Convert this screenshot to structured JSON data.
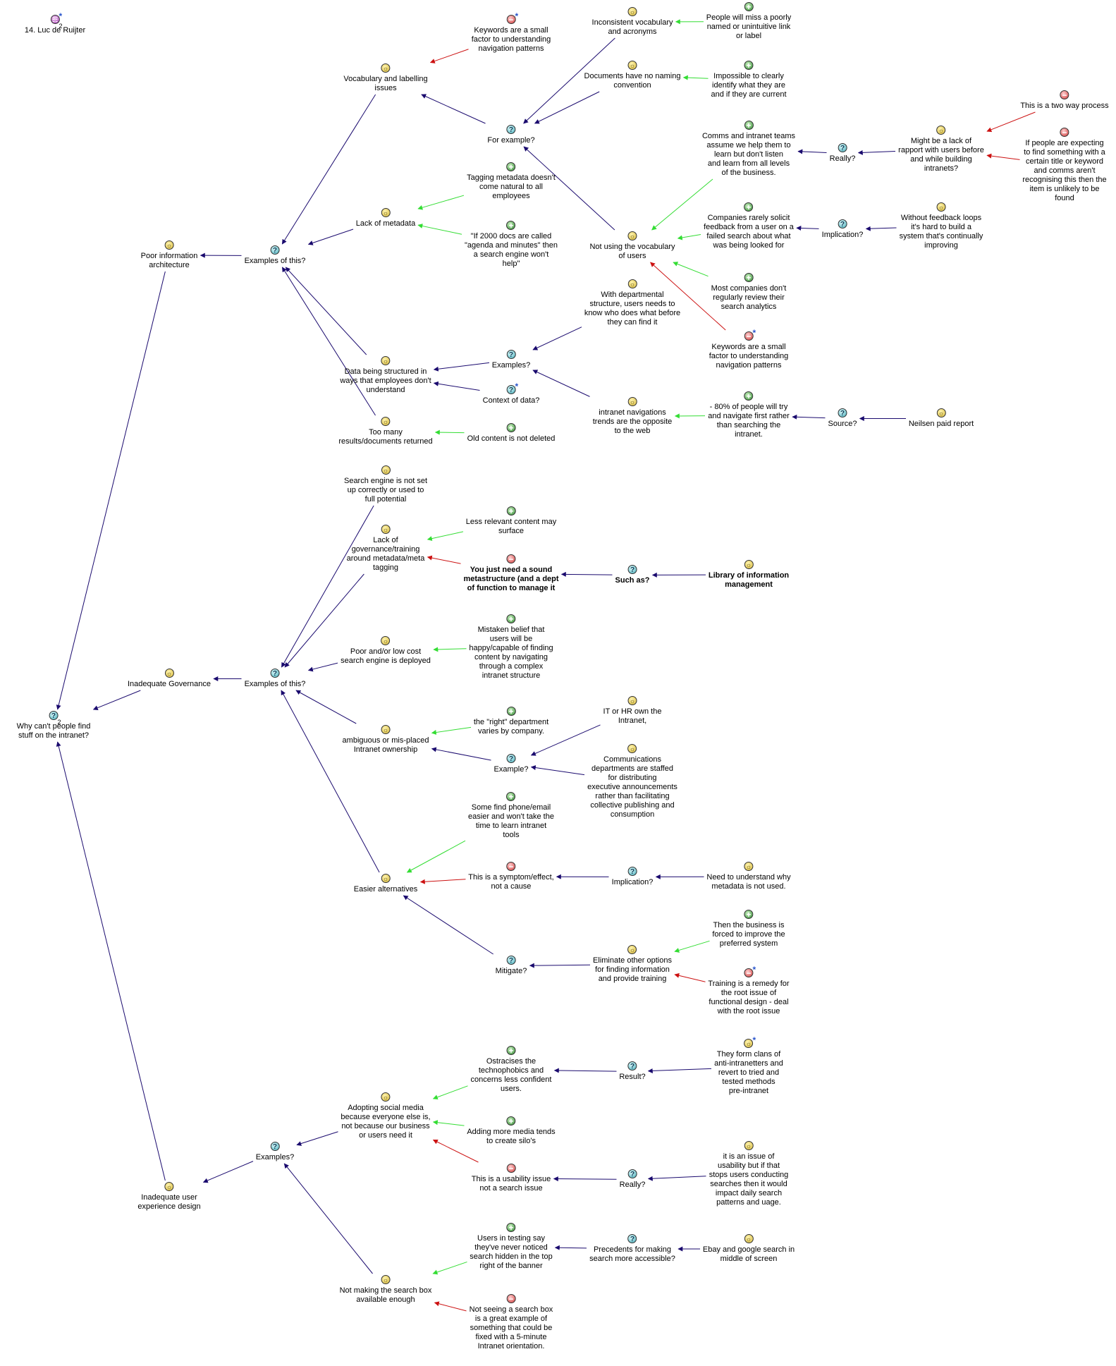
{
  "colors": {
    "supports": "#33dd33",
    "refutes": "#cc1111",
    "responds": "#1a0a6e"
  },
  "nodes": {
    "map": {
      "icon": "map",
      "star": true,
      "count": "2",
      "label": "14. Luc de Ruijter"
    },
    "root": {
      "icon": "question",
      "count": "2",
      "label": "Why can't people find\nstuff on the intranet?"
    },
    "poor_ia": {
      "icon": "idea",
      "label": "Poor information\narchitecture"
    },
    "inadequate_gov": {
      "icon": "idea",
      "label": "Inadequate Governance"
    },
    "inadequate_ux": {
      "icon": "idea",
      "label": "Inadequate user\nexperience design"
    },
    "examples_ia": {
      "icon": "question",
      "label": "Examples of this?"
    },
    "vocab_issues": {
      "icon": "idea",
      "label": "Vocabulary and labelling\nissues"
    },
    "keywords_small_1": {
      "icon": "con",
      "star": true,
      "label": "Keywords are a small\nfactor to understanding\nnavigation patterns"
    },
    "for_example": {
      "icon": "question",
      "label": "For example?"
    },
    "inconsistent_vocab": {
      "icon": "idea",
      "label": "Inconsistent vocabulary\nand acronyms"
    },
    "people_miss_link": {
      "icon": "pro",
      "label": "People will miss a poorly\nnamed or unintuitive link\nor label"
    },
    "docs_no_naming": {
      "icon": "idea",
      "label": "Documents have no naming\nconvention"
    },
    "impossible_identify": {
      "icon": "pro",
      "label": "Impossible to clearly\nidentify what they are\nand if they are current"
    },
    "not_using_vocab": {
      "icon": "idea",
      "label": "Not using the vocabulary\nof users"
    },
    "comms_teams": {
      "icon": "pro",
      "label": "Comms and intranet teams\nassume we help them to\nlearn but don't listen\nand learn from all levels\nof the business."
    },
    "really_1": {
      "icon": "question",
      "label": "Really?"
    },
    "lack_rapport": {
      "icon": "idea",
      "label": "Might be a lack of\nrapport with users before\nand while building\nintranets?"
    },
    "two_way": {
      "icon": "con",
      "label": "This is a two way process"
    },
    "people_expecting": {
      "icon": "con",
      "label": "If people are expecting\nto find something with a\ncertain title or keyword\nand comms aren't\nrecognising this then the\nitem is unlikely to be\nfound"
    },
    "companies_rarely": {
      "icon": "pro",
      "label": "Companies rarely solicit\nfeedback from a user on a\nfailed search about what\nwas being looked for"
    },
    "implication_1": {
      "icon": "question",
      "label": "Implication?"
    },
    "without_feedback": {
      "icon": "idea",
      "label": "Without feedback loops\nit's hard to build a\nsystem that's continually\nimproving"
    },
    "most_companies": {
      "icon": "pro",
      "label": "Most companies don't\nregularly review their\nsearch analytics"
    },
    "keywords_small_2": {
      "icon": "con",
      "star": true,
      "label": "Keywords are a small\nfactor to understanding\nnavigation patterns"
    },
    "lack_metadata": {
      "icon": "idea",
      "label": "Lack of metadata"
    },
    "tagging_metadata": {
      "icon": "pro",
      "label": "Tagging metadata doesn't\ncome natural to all\nemployees"
    },
    "agenda_minutes": {
      "icon": "pro",
      "label": "\"If 2000 docs are called\n\"agenda and minutes\" then\na search engine won't\nhelp\""
    },
    "departmental": {
      "icon": "idea",
      "label": "With departmental\nstructure, users needs to\nknow who does what before\nthey can find it"
    },
    "examples_q": {
      "icon": "question",
      "label": "Examples?"
    },
    "data_structured": {
      "icon": "idea",
      "label": "Data being structured in\nways that employees don't\nunderstand"
    },
    "context_data": {
      "icon": "question",
      "star": true,
      "label": "Context of data?"
    },
    "intranet_nav": {
      "icon": "idea",
      "label": "intranet navigations\ntrends are the opposite\nto the web"
    },
    "eighty_percent": {
      "icon": "pro",
      "label": "- 80% of people will try\nand navigate first rather\nthan searching the\nintranet."
    },
    "source": {
      "icon": "question",
      "label": "Source?"
    },
    "neilsen": {
      "icon": "idea",
      "label": "Neilsen paid report"
    },
    "too_many": {
      "icon": "idea",
      "label": "Too many\nresults/documents returned"
    },
    "old_content": {
      "icon": "pro",
      "label": "Old content is not deleted"
    },
    "examples_gov": {
      "icon": "question",
      "label": "Examples of this?"
    },
    "search_not_setup": {
      "icon": "idea",
      "label": "Search engine is not set\nup correctly or used to\nfull potential"
    },
    "lack_governance": {
      "icon": "idea",
      "label": "Lack of\ngovernance/training\naround metadata/meta\ntagging"
    },
    "less_relevant": {
      "icon": "pro",
      "label": "Less relevant content may\nsurface"
    },
    "sound_metastructure": {
      "icon": "con",
      "bold": true,
      "label": "You just need a sound\nmetastructure (and a dept\nof function to manage it"
    },
    "such_as": {
      "icon": "question",
      "bold": true,
      "label": "Such as?"
    },
    "library_info": {
      "icon": "idea",
      "bold": true,
      "label": "Library of information\nmanagement"
    },
    "poor_low_cost": {
      "icon": "idea",
      "label": "Poor and/or low cost\nsearch engine is deployed"
    },
    "mistaken_belief": {
      "icon": "pro",
      "label": "Mistaken belief that\nusers will be\nhappy/capable of finding\ncontent by navigating\nthrough a complex\nintranet structure"
    },
    "ambiguous_ownership": {
      "icon": "idea",
      "label": "ambiguous or mis-placed\nIntranet ownership"
    },
    "right_department": {
      "icon": "pro",
      "label": "the \"right\" department\nvaries by company."
    },
    "it_hr_own": {
      "icon": "idea",
      "label": "IT or HR own the\nIntranet,"
    },
    "example_q": {
      "icon": "question",
      "label": "Example?"
    },
    "comms_depts": {
      "icon": "idea",
      "label": "Communications\ndepartments are staffed\nfor distributing\nexecutive announcements\nrather than facilitating\ncollective publishing and\nconsumption"
    },
    "some_find_phone": {
      "icon": "pro",
      "label": "Some find phone/email\neasier and won't take the\ntime to learn intranet\ntools"
    },
    "easier_alternatives": {
      "icon": "idea",
      "label": "Easier alternatives"
    },
    "symptom_effect": {
      "icon": "con",
      "label": "This is a symptom/effect,\nnot a cause"
    },
    "implication_2": {
      "icon": "question",
      "label": "Implication?"
    },
    "need_understand": {
      "icon": "idea",
      "label": "Need to understand why\nmetadata is not used."
    },
    "then_business": {
      "icon": "pro",
      "label": "Then the business is\nforced to improve the\npreferred system"
    },
    "eliminate_options": {
      "icon": "idea",
      "label": "Eliminate other options\nfor finding information\nand provide training"
    },
    "mitigate": {
      "icon": "question",
      "label": "Mitigate?"
    },
    "training_remedy": {
      "icon": "con",
      "star": true,
      "label": "Training is a remedy for\nthe root issue of\nfunctional design - deal\nwith the root issue"
    },
    "ostracises": {
      "icon": "pro",
      "label": "Ostracises the\ntechnophobics and\nconcerns less confident\nusers."
    },
    "result_q": {
      "icon": "question",
      "label": "Result?"
    },
    "form_clans": {
      "icon": "idea",
      "star": true,
      "label": "They form clans of\nanti-intranetters and\nrevert to tried and\ntested methods\npre-intranet"
    },
    "adopting_social": {
      "icon": "idea",
      "label": "Adopting social media\nbecause everyone else is,\nnot because our business\nor users need it"
    },
    "adding_media": {
      "icon": "pro",
      "label": "Adding more media tends\nto create silo's"
    },
    "examples_ux": {
      "icon": "question",
      "label": "Examples?"
    },
    "usability_issue": {
      "icon": "con",
      "label": "This is a usability issue\nnot a search issue"
    },
    "really_2": {
      "icon": "question",
      "label": "Really?"
    },
    "issue_usability": {
      "icon": "idea",
      "label": "it is an issue of\nusability but if that\nstops users conducting\nsearches then it would\nimpact daily search\npatterns and uage."
    },
    "users_testing": {
      "icon": "pro",
      "label": "Users in testing say\nthey've never noticed\nsearch hidden in the top\nright of the banner"
    },
    "precedents": {
      "icon": "question",
      "label": "Precedents for making\nsearch more accessible?"
    },
    "ebay_google": {
      "icon": "idea",
      "label": "Ebay and google search in\nmiddle of screen"
    },
    "not_making_search": {
      "icon": "idea",
      "label": "Not making the search box\navailable enough"
    },
    "not_seeing_search": {
      "icon": "con",
      "label": "Not seeing a search box\nis a great example of\nsomething that could be\nfixed with a 5-minute\nIntranet orientation."
    }
  },
  "links": [
    {
      "from": "poor_ia",
      "to": "root",
      "type": "responds"
    },
    {
      "from": "inadequate_gov",
      "to": "root",
      "type": "responds"
    },
    {
      "from": "inadequate_ux",
      "to": "root",
      "type": "responds"
    },
    {
      "from": "examples_ia",
      "to": "poor_ia",
      "type": "responds"
    },
    {
      "from": "vocab_issues",
      "to": "examples_ia",
      "type": "responds"
    },
    {
      "from": "lack_metadata",
      "to": "examples_ia",
      "type": "responds"
    },
    {
      "from": "data_structured",
      "to": "examples_ia",
      "type": "responds"
    },
    {
      "from": "too_many",
      "to": "examples_ia",
      "type": "responds"
    },
    {
      "from": "keywords_small_1",
      "to": "vocab_issues",
      "type": "refutes"
    },
    {
      "from": "for_example",
      "to": "vocab_issues",
      "type": "responds"
    },
    {
      "from": "inconsistent_vocab",
      "to": "for_example",
      "type": "responds"
    },
    {
      "from": "docs_no_naming",
      "to": "for_example",
      "type": "responds"
    },
    {
      "from": "not_using_vocab",
      "to": "for_example",
      "type": "responds"
    },
    {
      "from": "people_miss_link",
      "to": "inconsistent_vocab",
      "type": "supports"
    },
    {
      "from": "impossible_identify",
      "to": "docs_no_naming",
      "type": "supports"
    },
    {
      "from": "comms_teams",
      "to": "not_using_vocab",
      "type": "supports"
    },
    {
      "from": "companies_rarely",
      "to": "not_using_vocab",
      "type": "supports"
    },
    {
      "from": "most_companies",
      "to": "not_using_vocab",
      "type": "supports"
    },
    {
      "from": "keywords_small_2",
      "to": "not_using_vocab",
      "type": "refutes"
    },
    {
      "from": "really_1",
      "to": "comms_teams",
      "type": "responds"
    },
    {
      "from": "lack_rapport",
      "to": "really_1",
      "type": "responds"
    },
    {
      "from": "two_way",
      "to": "lack_rapport",
      "type": "refutes"
    },
    {
      "from": "people_expecting",
      "to": "lack_rapport",
      "type": "refutes"
    },
    {
      "from": "implication_1",
      "to": "companies_rarely",
      "type": "responds"
    },
    {
      "from": "without_feedback",
      "to": "implication_1",
      "type": "responds"
    },
    {
      "from": "tagging_metadata",
      "to": "lack_metadata",
      "type": "supports"
    },
    {
      "from": "agenda_minutes",
      "to": "lack_metadata",
      "type": "supports"
    },
    {
      "from": "examples_q",
      "to": "data_structured",
      "type": "responds"
    },
    {
      "from": "context_data",
      "to": "data_structured",
      "type": "responds"
    },
    {
      "from": "departmental",
      "to": "examples_q",
      "type": "responds"
    },
    {
      "from": "intranet_nav",
      "to": "examples_q",
      "type": "responds"
    },
    {
      "from": "eighty_percent",
      "to": "intranet_nav",
      "type": "supports"
    },
    {
      "from": "source",
      "to": "eighty_percent",
      "type": "responds"
    },
    {
      "from": "neilsen",
      "to": "source",
      "type": "responds"
    },
    {
      "from": "old_content",
      "to": "too_many",
      "type": "supports"
    },
    {
      "from": "examples_gov",
      "to": "inadequate_gov",
      "type": "responds"
    },
    {
      "from": "search_not_setup",
      "to": "examples_gov",
      "type": "responds"
    },
    {
      "from": "lack_governance",
      "to": "examples_gov",
      "type": "responds"
    },
    {
      "from": "poor_low_cost",
      "to": "examples_gov",
      "type": "responds"
    },
    {
      "from": "ambiguous_ownership",
      "to": "examples_gov",
      "type": "responds"
    },
    {
      "from": "easier_alternatives",
      "to": "examples_gov",
      "type": "responds"
    },
    {
      "from": "less_relevant",
      "to": "lack_governance",
      "type": "supports"
    },
    {
      "from": "sound_metastructure",
      "to": "lack_governance",
      "type": "refutes"
    },
    {
      "from": "such_as",
      "to": "sound_metastructure",
      "type": "responds"
    },
    {
      "from": "library_info",
      "to": "such_as",
      "type": "responds"
    },
    {
      "from": "mistaken_belief",
      "to": "poor_low_cost",
      "type": "supports"
    },
    {
      "from": "right_department",
      "to": "ambiguous_ownership",
      "type": "supports"
    },
    {
      "from": "example_q",
      "to": "ambiguous_ownership",
      "type": "responds"
    },
    {
      "from": "it_hr_own",
      "to": "example_q",
      "type": "responds"
    },
    {
      "from": "comms_depts",
      "to": "example_q",
      "type": "responds"
    },
    {
      "from": "some_find_phone",
      "to": "easier_alternatives",
      "type": "supports"
    },
    {
      "from": "symptom_effect",
      "to": "easier_alternatives",
      "type": "refutes"
    },
    {
      "from": "mitigate",
      "to": "easier_alternatives",
      "type": "responds"
    },
    {
      "from": "implication_2",
      "to": "symptom_effect",
      "type": "responds"
    },
    {
      "from": "need_understand",
      "to": "implication_2",
      "type": "responds"
    },
    {
      "from": "eliminate_options",
      "to": "mitigate",
      "type": "responds"
    },
    {
      "from": "then_business",
      "to": "eliminate_options",
      "type": "supports"
    },
    {
      "from": "training_remedy",
      "to": "eliminate_options",
      "type": "refutes"
    },
    {
      "from": "examples_ux",
      "to": "inadequate_ux",
      "type": "responds"
    },
    {
      "from": "adopting_social",
      "to": "examples_ux",
      "type": "responds"
    },
    {
      "from": "not_making_search",
      "to": "examples_ux",
      "type": "responds"
    },
    {
      "from": "ostracises",
      "to": "adopting_social",
      "type": "supports"
    },
    {
      "from": "adding_media",
      "to": "adopting_social",
      "type": "supports"
    },
    {
      "from": "usability_issue",
      "to": "adopting_social",
      "type": "refutes"
    },
    {
      "from": "result_q",
      "to": "ostracises",
      "type": "responds"
    },
    {
      "from": "form_clans",
      "to": "result_q",
      "type": "responds"
    },
    {
      "from": "really_2",
      "to": "usability_issue",
      "type": "responds"
    },
    {
      "from": "issue_usability",
      "to": "really_2",
      "type": "responds"
    },
    {
      "from": "users_testing",
      "to": "not_making_search",
      "type": "supports"
    },
    {
      "from": "not_seeing_search",
      "to": "not_making_search",
      "type": "refutes"
    },
    {
      "from": "precedents",
      "to": "users_testing",
      "type": "responds"
    },
    {
      "from": "ebay_google",
      "to": "precedents",
      "type": "responds"
    }
  ]
}
